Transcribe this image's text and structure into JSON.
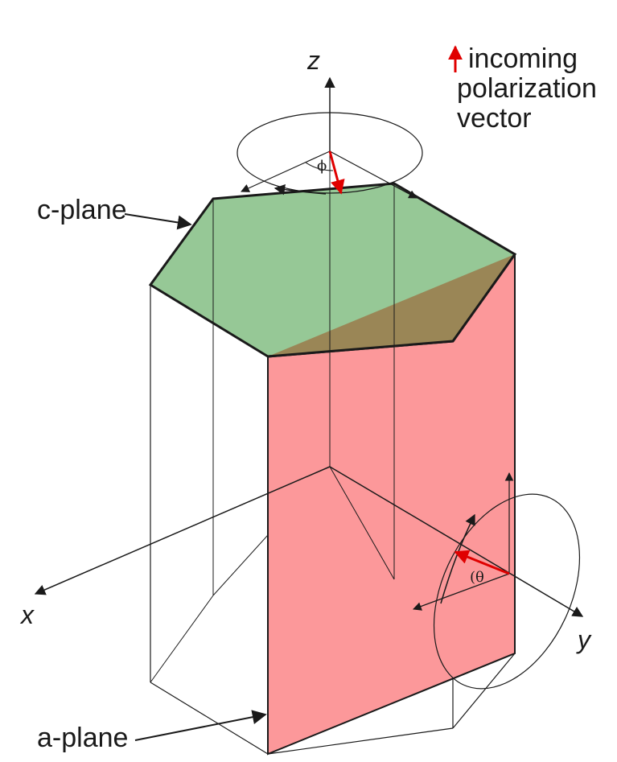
{
  "legend": {
    "line1": "incoming",
    "line2": "polarization",
    "line3": "vector",
    "arrow_color": "#e00000"
  },
  "axes": {
    "x": "x",
    "y": "y",
    "z": "z"
  },
  "labels": {
    "c_plane": "c-plane",
    "a_plane": "a-plane",
    "phi": "ϕ",
    "theta": "(θ"
  },
  "colors": {
    "c_plane_fill": "#96c896",
    "a_plane_fill": "#fc989a",
    "overlap_fill": "#9a8656",
    "outline": "#1a1a1a",
    "polarization": "#e00000"
  }
}
